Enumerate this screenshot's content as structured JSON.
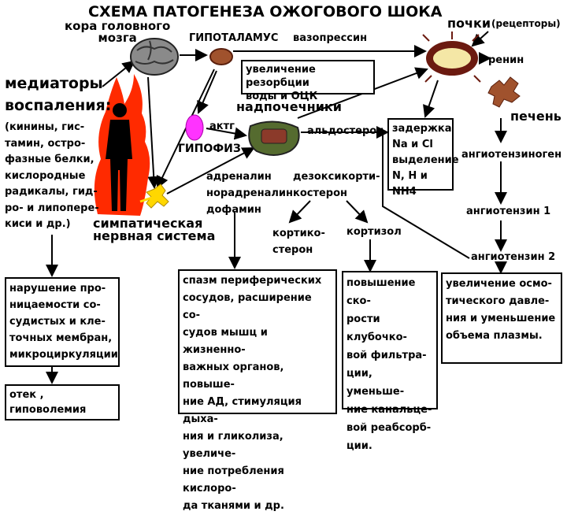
{
  "title": "СХЕМА ПАТОГЕНЕЗА ОЖОГОВОГО ШОКА",
  "nodes": {
    "cortex": "кора головного\nмозга",
    "hypothalamus": "ГИПОТАЛАМУС",
    "vasopressin": "вазопрессин",
    "kidneys": "почки",
    "receptors": "(рецепторы)",
    "renin": "ренин",
    "liver": "печень",
    "mediators_title": "медиаторы\nвоспаления:",
    "mediators_list": "(кинины, гис-\nтамин, остро-\nфазные белки,\nкислородные\nрадикалы, гид-\nро- и липопере-\nкиси и др.)",
    "adrenals": "надпочечники",
    "acth": "актг",
    "pituitary": "ГИПОФИЗ",
    "aldosterone": "альдостерон",
    "angiotensinogen": "ангиотензиноген",
    "angiotensin1": "ангиотензин 1",
    "angiotensin2": "ангиотензин 2",
    "catecholamines": "адреналин\nнорадреналин\nдофамин",
    "deoxycorticosterone": "дезоксикорти-\nкостерон",
    "corticosterone": "кортико-\nстерон",
    "cortisol": "кортизол",
    "sympathetic": "симпатическая\nнервная система"
  },
  "boxes": {
    "water_resorption": "увеличение резорбции\nводы и ОЦК",
    "retention": "задержка\nNa и Cl\nвыделение\nN, H и NH4",
    "membrane": "нарушение про-\nницаемости со-\nсудистых и кле-\nточных мембран,\nмикроциркуляции",
    "edema": "отек , гиповолемия",
    "spasm": "спазм периферических\nсосудов, расширение со-\nсудов мышц и жизненно-\nважных органов, повыше-\nние АД, стимуляция дыха-\nния и гликолиза, увеличе-\nние потребления кислоро-\nда тканями и др.",
    "filtration": "повышение ско-\nрости клубочко-\nвой фильтра-\nции, уменьше-\nние канальце-\nвой реабсорб-\nции.",
    "osmotic": "увеличение осмо-\nтического давле-\nния и уменьшение\nобъема плазмы."
  },
  "colors": {
    "brain": "#8a8a8a",
    "hypothalamus": "#a0522d",
    "kidney_fill": "#f4e7a6",
    "kidney_rim": "#6b1a10",
    "liver": "#a0522d",
    "pituitary": "#ff33ff",
    "adrenal_outer": "#556b2f",
    "adrenal_inner": "#8b3a2a",
    "flame": "#ff2a00",
    "figure": "#000000",
    "nerve": "#ffd700"
  },
  "icons": [
    "brain-icon",
    "hypothalamus-icon",
    "kidney-icon",
    "liver-icon",
    "pituitary-icon",
    "adrenal-icon",
    "burned-person-icon",
    "sympathetic-nerve-icon"
  ]
}
